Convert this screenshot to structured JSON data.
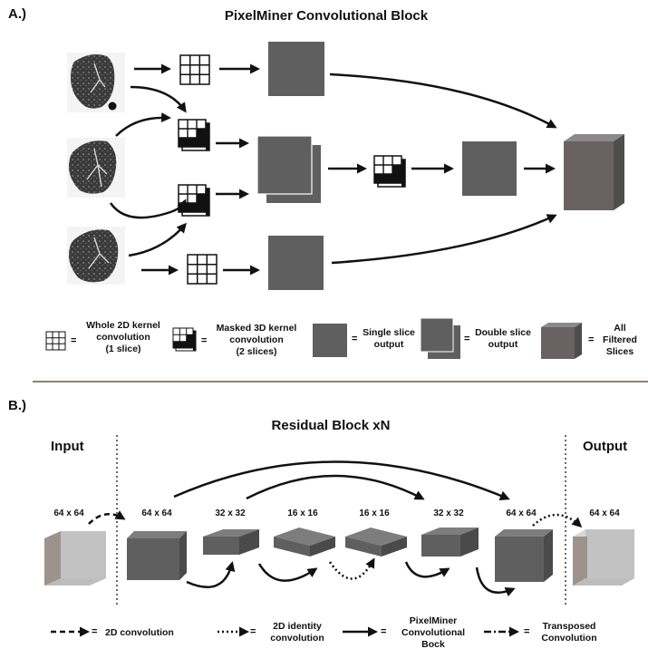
{
  "section_a": {
    "label": "A.)",
    "title": "PixelMiner Convolutional Block",
    "legend": {
      "whole_2d": [
        "Whole 2D kernel",
        "convolution",
        "(1 slice)"
      ],
      "masked_3d": [
        "Masked 3D kernel",
        "convolution",
        "(2 slices)"
      ],
      "single": [
        "Single slice",
        "output"
      ],
      "double": [
        "Double slice",
        "output"
      ],
      "all": [
        "All",
        "Filtered",
        "Slices"
      ],
      "equals": "="
    }
  },
  "section_b": {
    "label": "B.)",
    "title": "Residual Block xN",
    "input_label": "Input",
    "output_label": "Output",
    "dims": [
      "64 x 64",
      "64 x 64",
      "32 x 32",
      "16 x 16",
      "16 x 16",
      "32 x 32",
      "64 x 64",
      "64 x 64"
    ],
    "legend": {
      "conv2d": "2D convolution",
      "identity": [
        "2D identity",
        "convolution"
      ],
      "pixelminer": [
        "PixelMiner",
        "Convolutional",
        "Bock"
      ],
      "transposed": [
        "Transposed",
        "Convolution"
      ],
      "equals": "="
    }
  },
  "colors": {
    "cube_front": "#5f5f5f",
    "cube_top": "#7d7d7d",
    "cube_side": "#4a4a4a",
    "light_front": "#c2c2c2",
    "light_side": "#9d938c",
    "divider": "#8a8278"
  }
}
